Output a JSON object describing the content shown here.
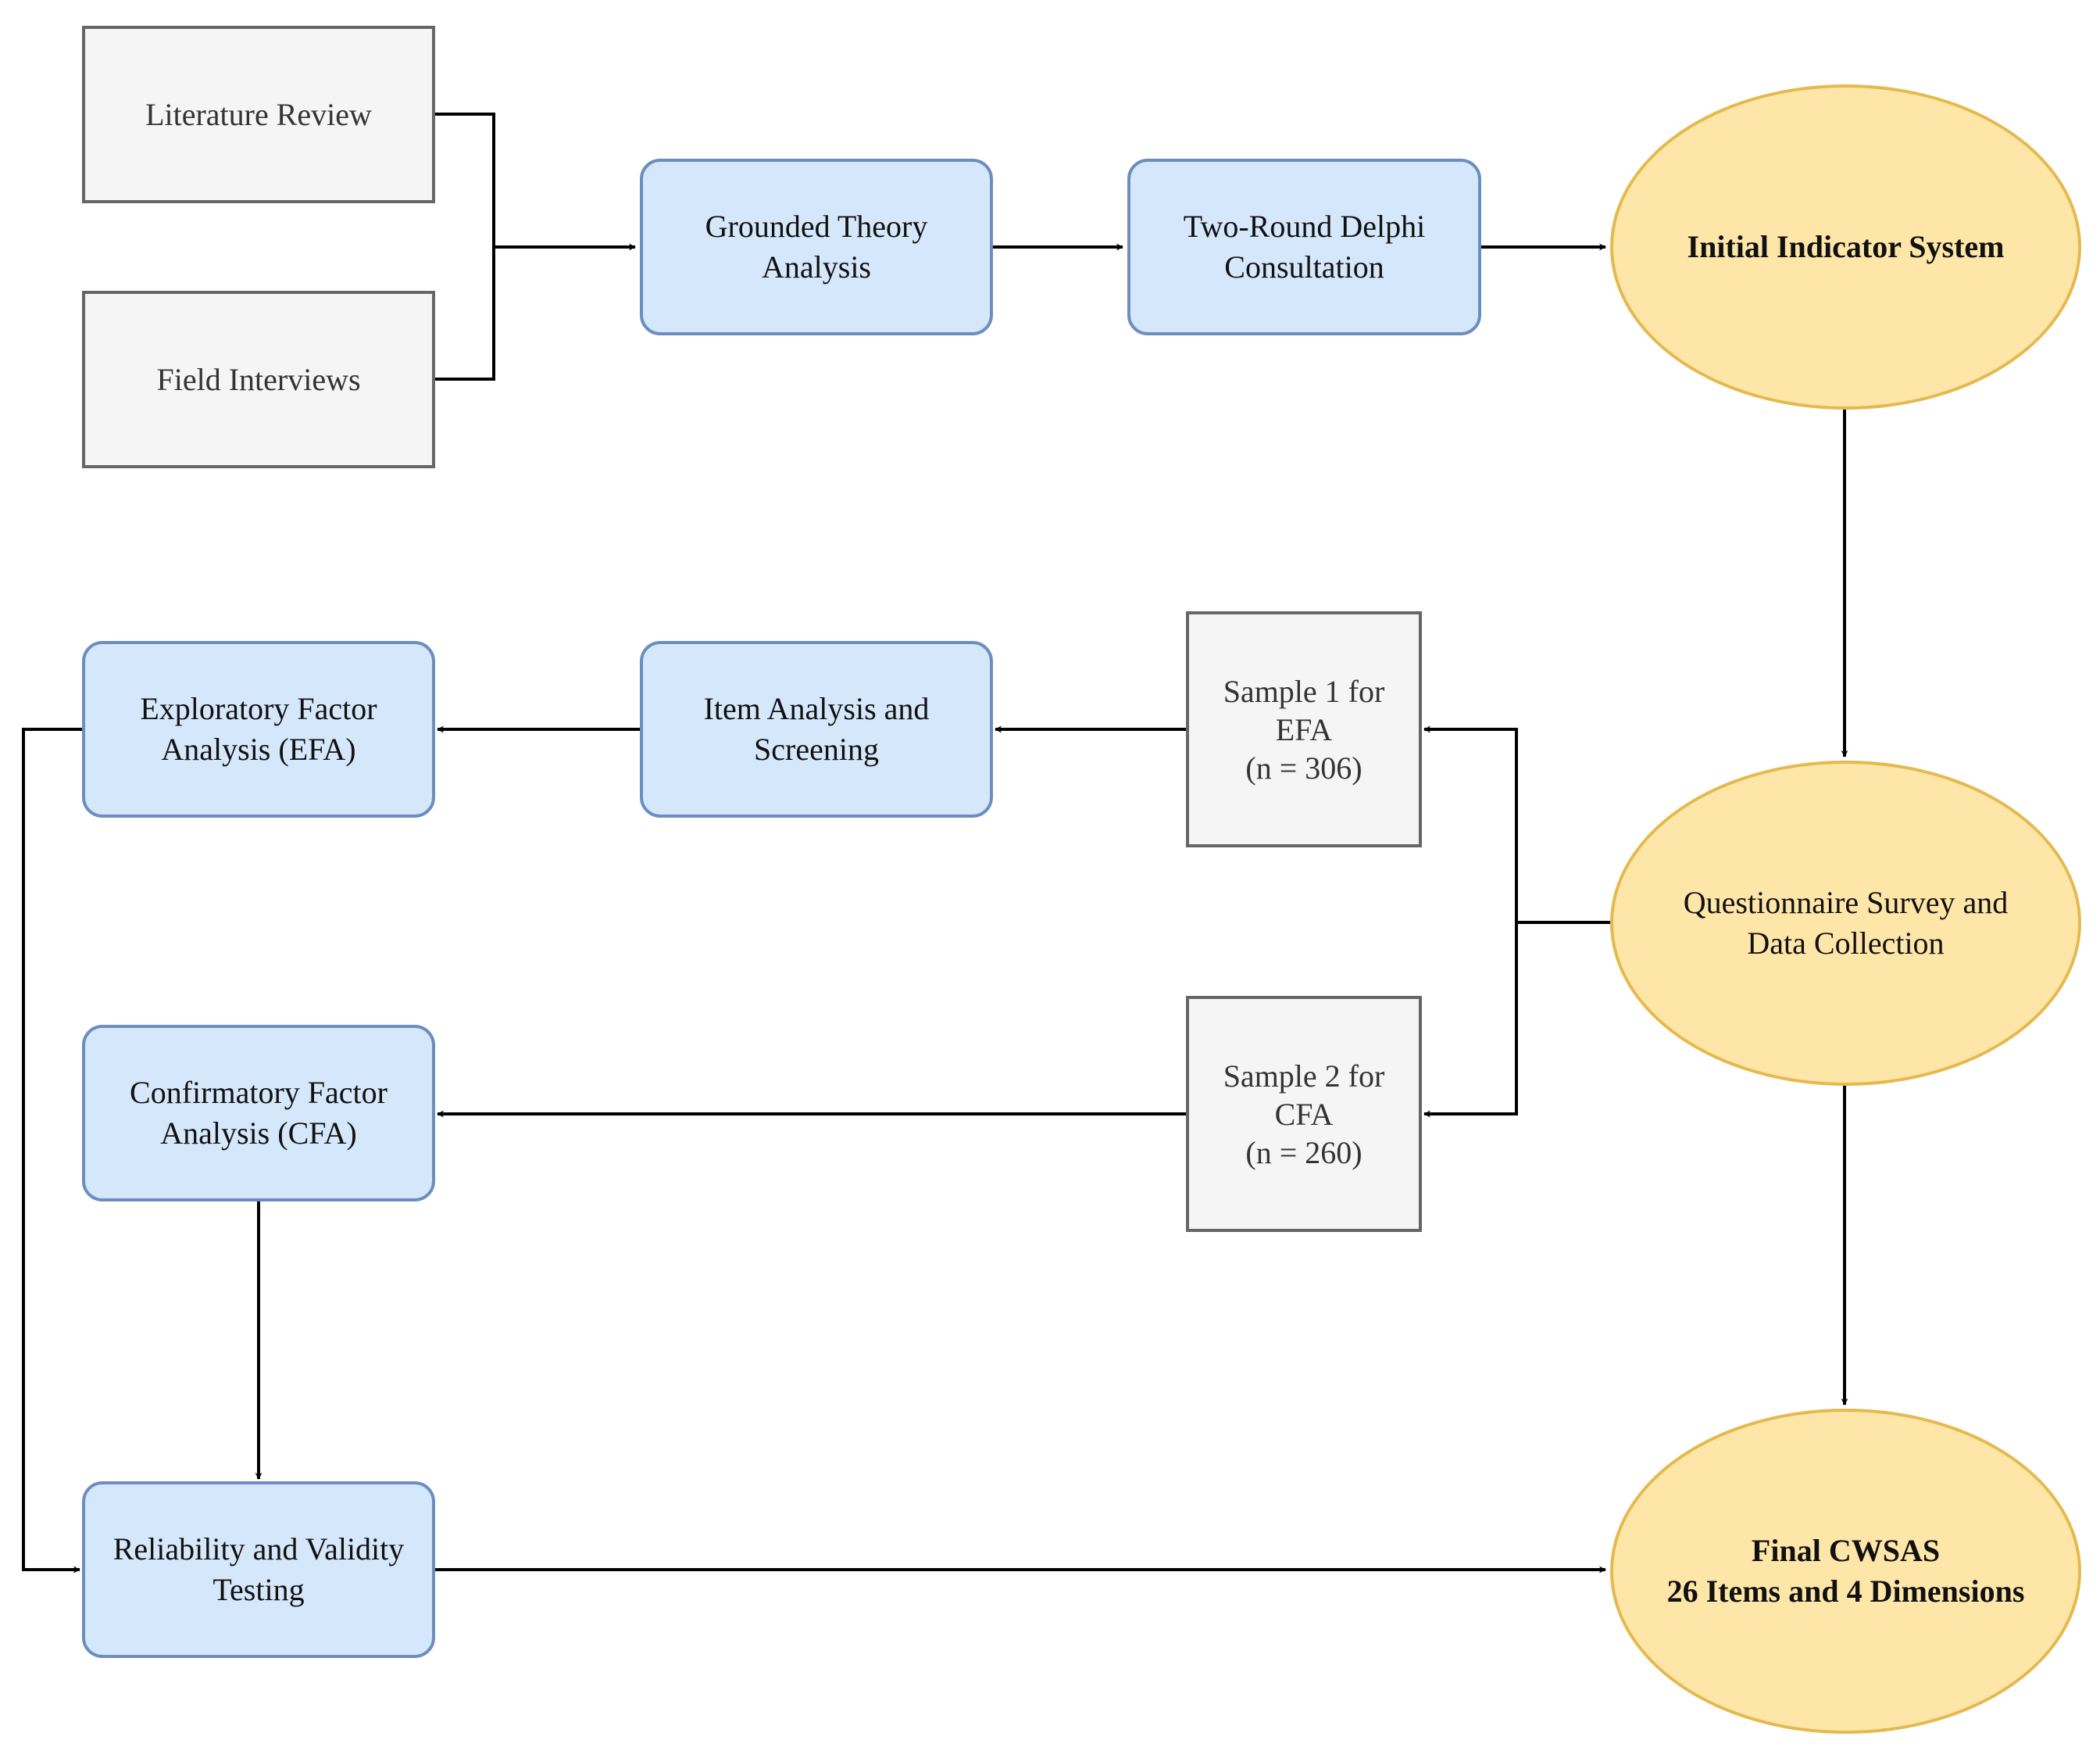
{
  "nodes": {
    "literature_review": "Literature Review",
    "field_interviews": "Field Interviews",
    "grounded_theory": "Grounded Theory\nAnalysis",
    "delphi": "Two-Round Delphi\nConsultation",
    "initial_indicator": "Initial Indicator System",
    "questionnaire": "Questionnaire Survey and\nData Collection",
    "sample1": "Sample 1 for\nEFA\n(n = 306)",
    "sample2": "Sample 2 for\nCFA\n(n = 260)",
    "item_analysis": "Item Analysis and\nScreening",
    "efa": "Exploratory Factor\nAnalysis (EFA)",
    "cfa": "Confirmatory Factor\nAnalysis (CFA)",
    "reliability": "Reliability and Validity\nTesting",
    "final": "Final CWSAS\n26 Items and 4 Dimensions"
  },
  "colors": {
    "gray_fill": "#f5f5f5",
    "gray_stroke": "#666666",
    "blue_fill": "#d5e8fb",
    "blue_stroke": "#6c8ebf",
    "yellow_fill": "#fde6a8",
    "yellow_stroke": "#e5b94d",
    "connector": "#000000"
  }
}
